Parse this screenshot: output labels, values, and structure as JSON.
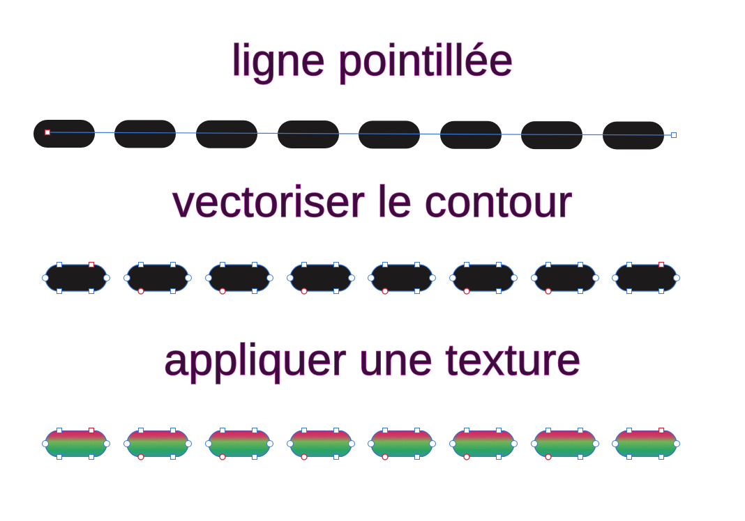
{
  "steps": [
    {
      "title": "ligne pointillée"
    },
    {
      "title": "vectoriser le contour"
    },
    {
      "title": "appliquer une texture"
    }
  ],
  "colors": {
    "title_fill": "#3a0d3b",
    "title_outline": "#b42aa6",
    "dash_fill": "#1d1a1b",
    "path_line": "#3a78d8",
    "node_stroke": "#3a78d8",
    "selected_node": "#d0223a",
    "texture_top": "#e02a6e",
    "texture_bottom": "#2aa86a"
  },
  "dash_count": 8
}
